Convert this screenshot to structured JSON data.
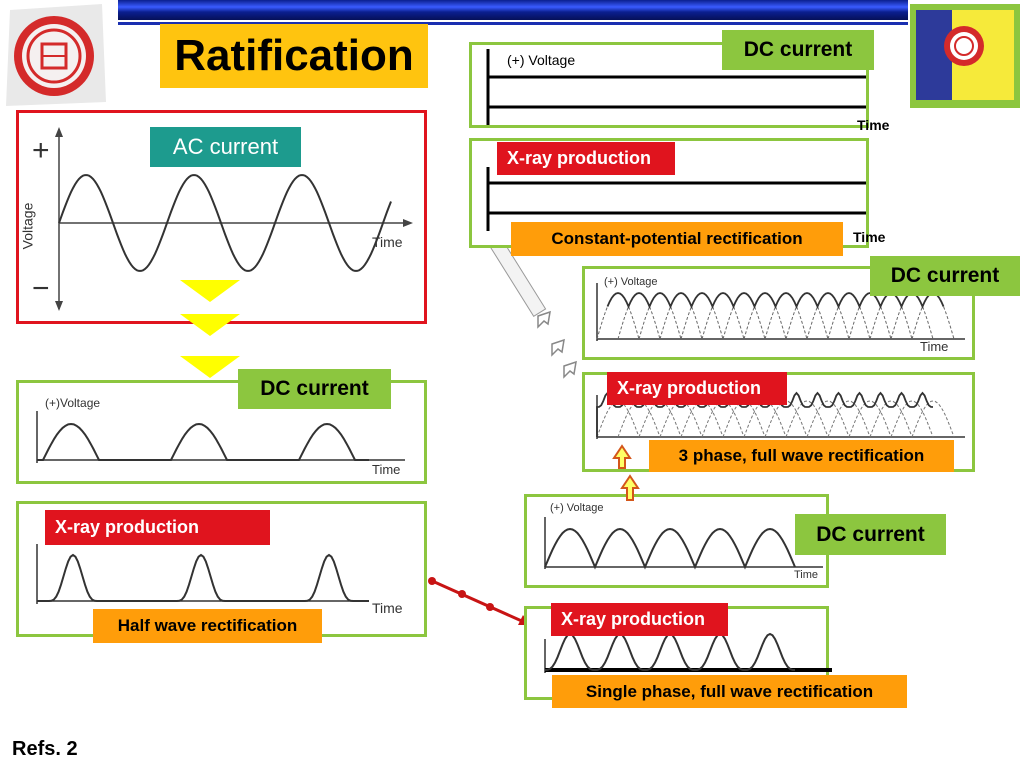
{
  "title": "Ratification",
  "refs": "Refs. 2",
  "ac_panel": {
    "label": "AC current",
    "plus": "+",
    "minus": "−",
    "ylabel": "Voltage",
    "xlabel": "Time"
  },
  "half_wave": {
    "dc_label": "DC current",
    "dc_ylabel": "(+)Voltage",
    "dc_xlabel": "Time",
    "xray_label": "X-ray production",
    "xray_xlabel": "Time",
    "name": "Half wave rectification"
  },
  "single_phase": {
    "dc_label": "DC current",
    "dc_ylabel": "(+) Voltage",
    "dc_xlabel": "Time",
    "xray_label": "X-ray production",
    "name": "Single phase, full wave rectification"
  },
  "three_phase": {
    "dc_label": "DC current",
    "dc_ylabel": "(+) Voltage",
    "dc_xlabel": "Time",
    "xray_label": "X-ray production",
    "name": "3 phase, full wave rectification"
  },
  "constant_potential": {
    "dc_label": "DC current",
    "dc_ylabel": "(+) Voltage",
    "dc_xlabel": "Time",
    "xray_label": "X-ray production",
    "xray_xlabel": "Time",
    "name": "Constant-potential rectification"
  },
  "colors": {
    "panel_border": "#8cc63f",
    "ac_border": "#e0141e",
    "title_bg": "#ffc40f",
    "orange_label": "#ff9d0a",
    "red_label": "#e0141e",
    "teal_label": "#1d9b8e",
    "arrow_yellow": "#ffff00"
  }
}
